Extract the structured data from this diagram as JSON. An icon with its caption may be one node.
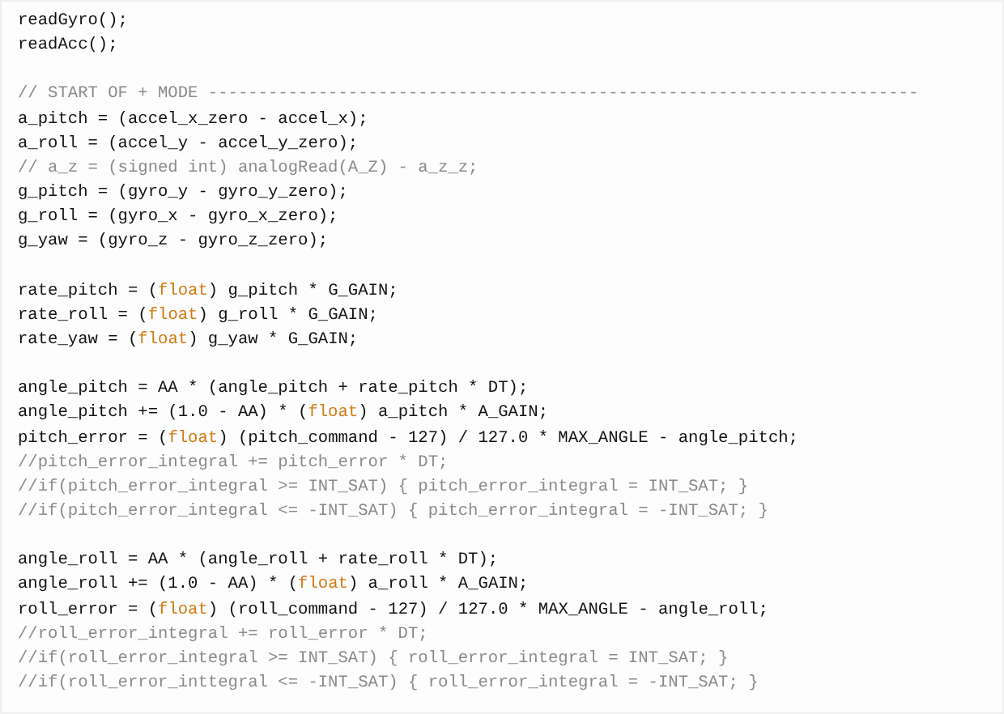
{
  "diagram": {
    "labels": [
      "readGyro();",
      "readAcc();",
      "// START OF + MODE -----------------------------------------------------------------------",
      "a_pitch = (accel_x_zero - accel_x);",
      "a_roll = (accel_y - accel_y_zero);",
      "// a_z = (signed int) analogRead(A_Z) - a_z_z;",
      "g_pitch = (gyro_y - gyro_y_zero);",
      "g_roll = (gyro_x - gyro_x_zero);",
      "g_yaw = (gyro_z - gyro_z_zero);",
      "rate_pitch = (float) g_pitch * G_GAIN;",
      "rate_roll = (float) g_roll * G_GAIN;",
      "rate_yaw = (float) g_yaw * G_GAIN;",
      "angle_pitch = AA * (angle_pitch + rate_pitch * DT);",
      "angle_pitch += (1.0 - AA) * (float) a_pitch * A_GAIN;",
      "pitch_error = (float) (pitch_command - 127) / 127.0 * MAX_ANGLE - angle_pitch;",
      "//pitch_error_integral += pitch_error * DT;",
      "//if(pitch_error_integral >= INT_SAT) { pitch_error_integral = INT_SAT; }",
      "//if(pitch_error_integral <= -INT_SAT) { pitch_error_integral = -INT_SAT; }",
      "angle_roll = AA * (angle_roll + rate_roll * DT);",
      "angle_roll += (1.0 - AA) * (float) a_roll * A_GAIN;",
      "roll_error = (float) (roll_command - 127) / 127.0 * MAX_ANGLE - angle_roll;",
      "//roll_error_integral += roll_error * DT;",
      "//if(roll_error_integral >= INT_SAT) { roll_error_integral = INT_SAT; }",
      "//if(roll_error_inttegral <= -INT_SAT) { roll_error_integral = -INT_SAT; }"
    ]
  }
}
